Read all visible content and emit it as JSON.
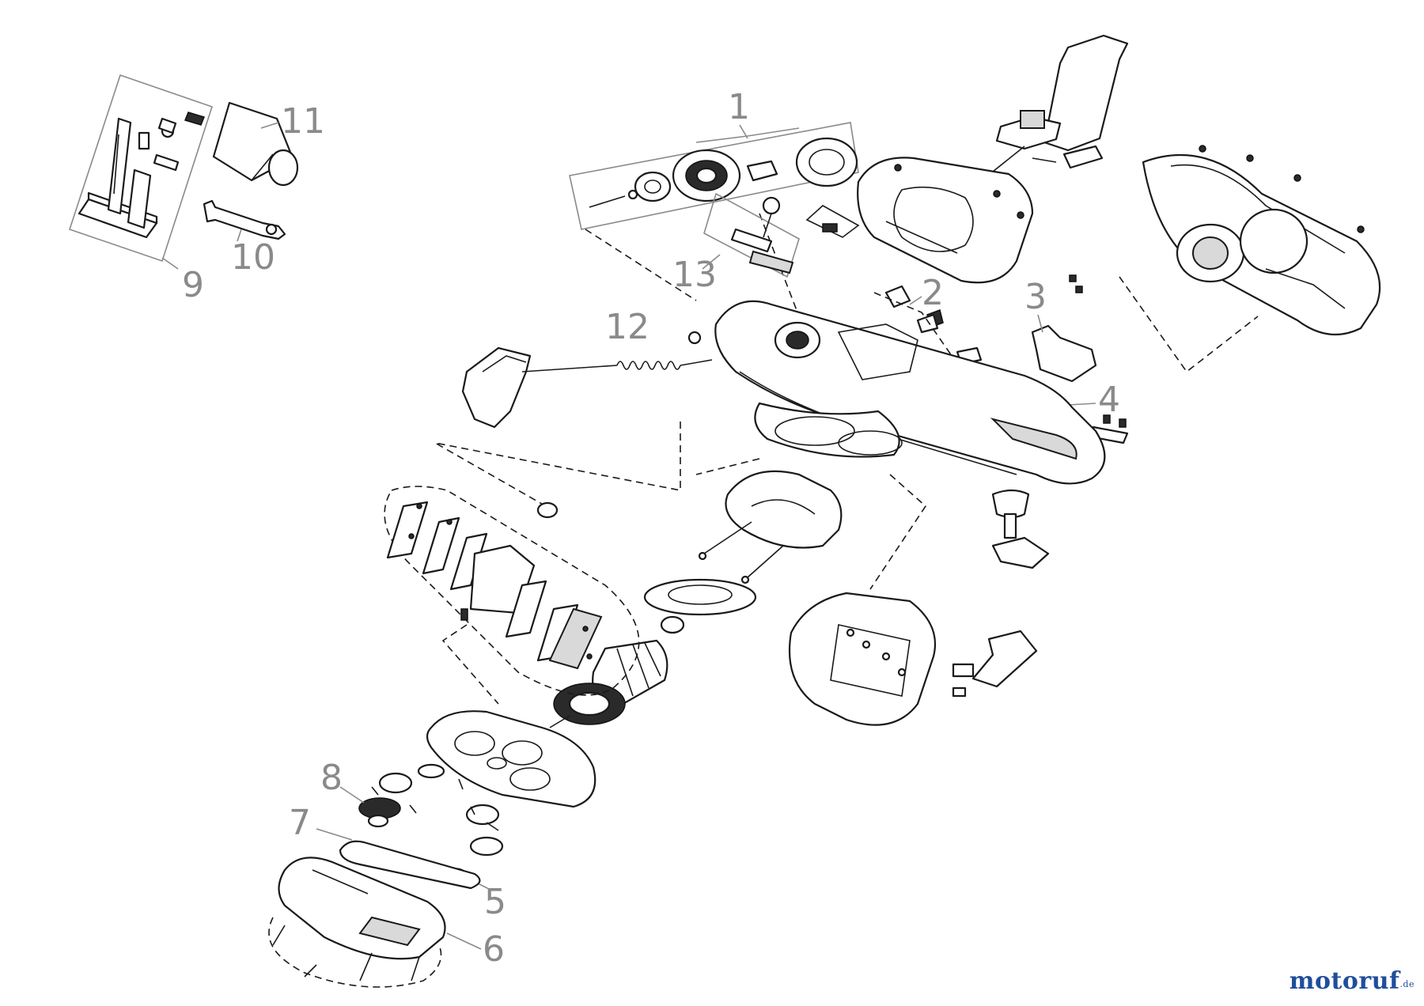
{
  "diagram": {
    "type": "exploded-parts-diagram",
    "callouts": [
      "1",
      "2",
      "3",
      "4",
      "5",
      "6",
      "7",
      "8",
      "9",
      "10",
      "11",
      "12",
      "13"
    ],
    "label_color": "#8a8a8a",
    "line_color": "#1a1a1a"
  },
  "watermark": {
    "brand_main": "motoruf",
    "brand_accent": "",
    "suffix": ".de",
    "colors": {
      "primary": "#1f4e9c",
      "accent": "#c08a1a"
    }
  }
}
